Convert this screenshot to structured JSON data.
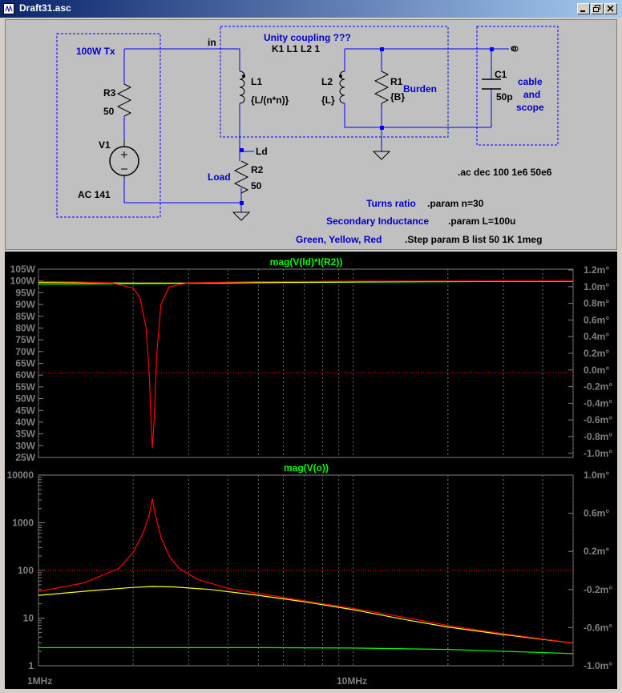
{
  "window": {
    "title": "Draft31.asc",
    "controls": [
      "minimize",
      "restore",
      "close"
    ]
  },
  "schematic": {
    "labels": {
      "tx_box": "100W Tx",
      "in_net": "in",
      "unity": "Unity coupling ???",
      "coupling": "K1 L1 L2 1",
      "l1_name": "L1",
      "l1_value": "{L/(n*n)}",
      "l2_name": "L2",
      "l2_value": "{L}",
      "r1_name": "R1",
      "r1_value": "{B}",
      "burden": "Burden",
      "c1_name": "C1",
      "c1_value": "50p",
      "cable_1": "cable",
      "cable_2": "and",
      "cable_3": "scope",
      "r3_name": "R3",
      "r3_value": "50",
      "v1_name": "V1",
      "v1_value": "AC 141",
      "ld_net": "Ld",
      "load": "Load",
      "r2_name": "R2",
      "r2_value": "50",
      "out_net": "o"
    },
    "directives": {
      "ac": ".ac dec 100 1e6 50e6",
      "turns_label": "Turns ratio",
      "turns_param": ".param n=30",
      "sec_label": "Secondary Inductance",
      "sec_param": ".param L=100u",
      "step_label": "Green, Yellow, Red",
      "step_param": ".Step param B list 50 1K 1meg"
    }
  },
  "colors": {
    "green": "#00ff00",
    "yellow": "#ffff00",
    "red": "#ff0000",
    "blue_text": "#0000cc",
    "wire": "#0000ff"
  },
  "chart_data": [
    {
      "type": "line",
      "title": "mag(V(ld)*I(R2))",
      "x_scale": "log",
      "xlim": [
        "1MHz",
        "50MHz"
      ],
      "ylim": [
        25,
        105
      ],
      "y_ticks": [
        "105W",
        "100W",
        "95W",
        "90W",
        "85W",
        "80W",
        "75W",
        "70W",
        "65W",
        "60W",
        "55W",
        "50W",
        "45W",
        "40W",
        "35W",
        "30W",
        "25W"
      ],
      "y2_ticks": [
        "1.2m°",
        "1.0m°",
        "0.8m°",
        "0.6m°",
        "0.4m°",
        "0.2m°",
        "0.0m°",
        "-0.2m°",
        "-0.4m°",
        "-0.6m°",
        "-0.8m°",
        "-1.0m°"
      ],
      "series": [
        {
          "color": "green",
          "x_mhz": [
            1,
            1.5,
            2,
            2.5,
            3,
            4,
            6,
            10,
            20,
            30,
            50
          ],
          "values": [
            98.6,
            98.7,
            98.8,
            98.9,
            99.0,
            99.1,
            99.3,
            99.5,
            99.7,
            99.8,
            99.8
          ]
        },
        {
          "color": "yellow",
          "x_mhz": [
            1,
            1.5,
            2,
            2.5,
            3,
            4,
            6,
            10,
            20,
            30,
            50
          ],
          "values": [
            99.3,
            99.2,
            99.1,
            99.1,
            99.1,
            99.2,
            99.4,
            99.6,
            99.8,
            99.9,
            99.9
          ]
        },
        {
          "color": "red",
          "x_mhz": [
            1,
            1.3,
            1.7,
            2.0,
            2.1,
            2.2,
            2.25,
            2.28,
            2.3,
            2.33,
            2.38,
            2.45,
            2.6,
            3,
            5,
            10,
            30,
            50
          ],
          "values": [
            99.8,
            99.6,
            99.2,
            97.0,
            93.0,
            80.0,
            60.0,
            40.0,
            29.0,
            40.0,
            70.0,
            90.0,
            97.5,
            99.2,
            99.7,
            99.9,
            100.0,
            100.0
          ]
        }
      ]
    },
    {
      "type": "line",
      "title": "mag(V(o))",
      "x_scale": "log",
      "y_scale": "log",
      "xlim": [
        "1MHz",
        "50MHz"
      ],
      "ylim": [
        1,
        10000
      ],
      "x_ticks": [
        "1MHz",
        "10MHz"
      ],
      "y_ticks": [
        "10000",
        "1000",
        "100",
        "10",
        "1"
      ],
      "y2_ticks": [
        "1.0m°",
        "0.6m°",
        "0.2m°",
        "-0.2m°",
        "-0.6m°",
        "-1.0m°"
      ],
      "series": [
        {
          "color": "green",
          "x_mhz": [
            1,
            2,
            5,
            10,
            20,
            50
          ],
          "values": [
            2.4,
            2.4,
            2.4,
            2.35,
            2.2,
            1.8
          ]
        },
        {
          "color": "yellow",
          "x_mhz": [
            1,
            1.5,
            2,
            2.3,
            2.7,
            3.5,
            5,
            7,
            10,
            15,
            20,
            30,
            50
          ],
          "values": [
            30,
            38,
            44,
            46,
            45,
            40,
            30,
            22,
            15,
            9,
            6.5,
            4.5,
            3.0
          ]
        },
        {
          "color": "red",
          "x_mhz": [
            1,
            1.4,
            1.8,
            2.0,
            2.15,
            2.25,
            2.3,
            2.35,
            2.45,
            2.6,
            2.8,
            3.2,
            4,
            5,
            7,
            10,
            15,
            20,
            30,
            50
          ],
          "values": [
            36,
            55,
            110,
            240,
            600,
            1500,
            3200,
            1500,
            500,
            200,
            110,
            65,
            42,
            33,
            23,
            16,
            10,
            7,
            4.7,
            3.0
          ]
        }
      ]
    }
  ]
}
